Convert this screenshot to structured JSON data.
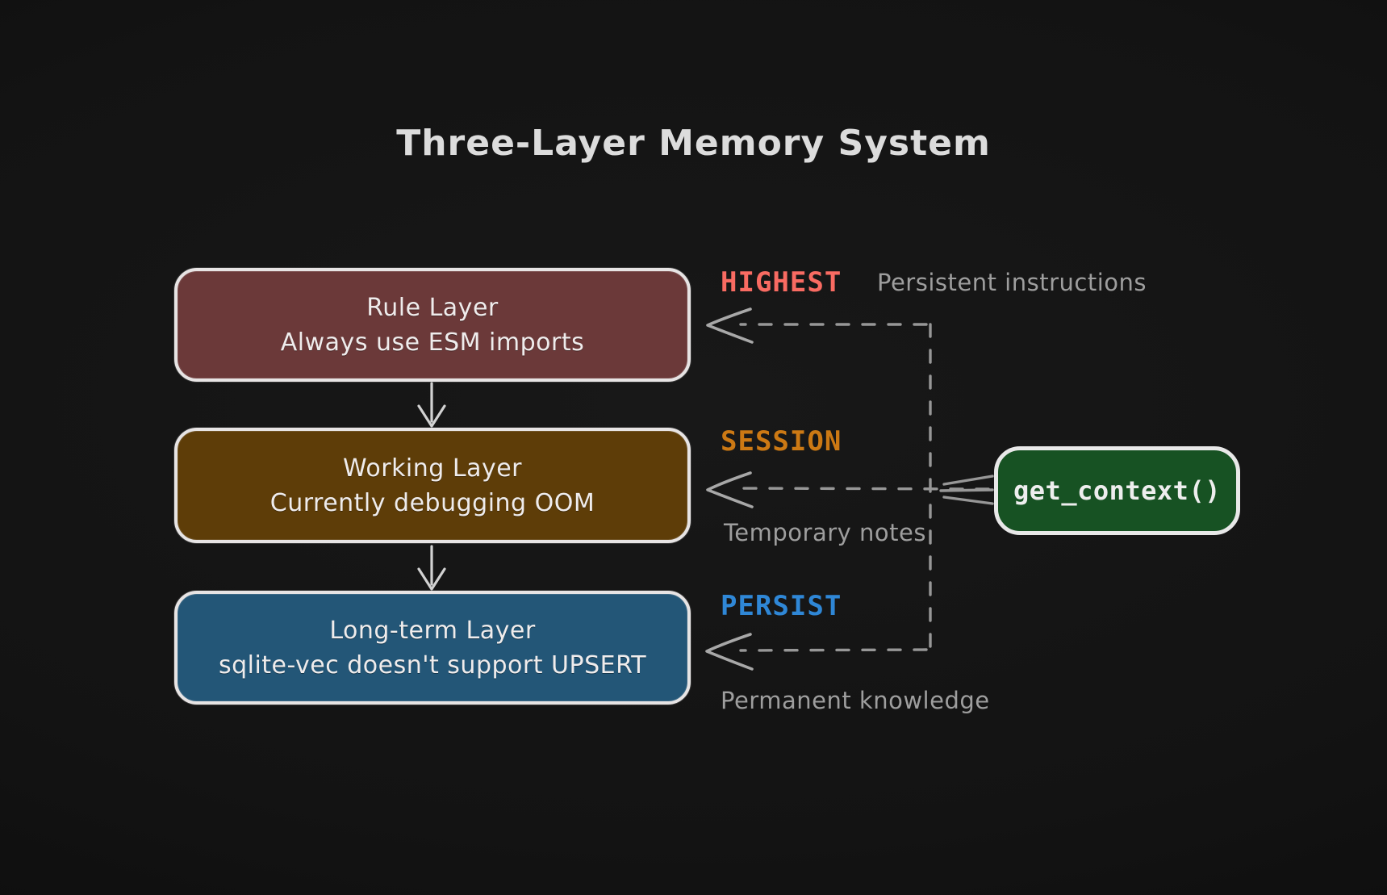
{
  "title": "Three-Layer Memory System",
  "layers": [
    {
      "title": "Rule Layer",
      "subtitle": "Always use ESM imports",
      "fill": "#6b3939",
      "tag": "HIGHEST",
      "tag_color": "#f96b62",
      "note": "Persistent instructions"
    },
    {
      "title": "Working Layer",
      "subtitle": "Currently debugging OOM",
      "fill": "#5e3d08",
      "tag": "SESSION",
      "tag_color": "#cc7914",
      "note": "Temporary notes"
    },
    {
      "title": "Long-term Layer",
      "subtitle": "sqlite-vec doesn't support UPSERT",
      "fill": "#235677",
      "tag": "PERSIST",
      "tag_color": "#2f87d6",
      "note": "Permanent knowledge"
    }
  ],
  "function_node": {
    "label": "get_context()",
    "fill": "#175223"
  },
  "colors": {
    "background": "#131313",
    "title": "#dcdcdc",
    "box_border": "#e7e4e4",
    "box_text": "#efecec",
    "note": "#9e9e9e",
    "dashed_connector": "#979797",
    "flow_arrow": "#d2d2d2"
  }
}
